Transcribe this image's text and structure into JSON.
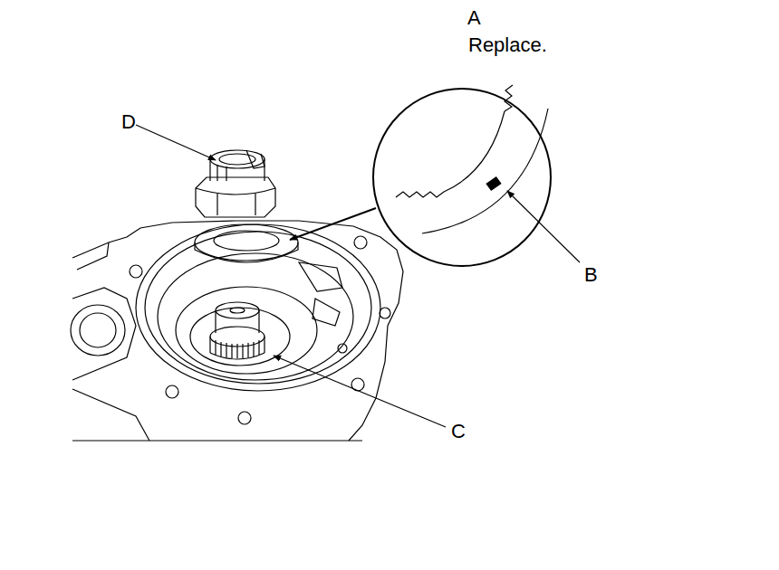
{
  "diagram": {
    "labels": [
      "A",
      "Replace.",
      "D",
      "B",
      "C"
    ]
  }
}
